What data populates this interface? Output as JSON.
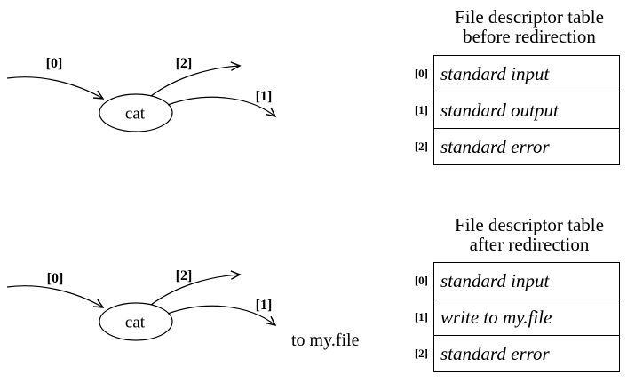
{
  "colors": {
    "ink": "#000000",
    "background": "#ffffff"
  },
  "diagrams": {
    "before": {
      "process_label": "cat",
      "fd0_label": "[0]",
      "fd1_label": "[1]",
      "fd2_label": "[2]"
    },
    "after": {
      "process_label": "cat",
      "fd0_label": "[0]",
      "fd1_label": "[1]",
      "fd2_label": "[2]",
      "redirect_target": "to my.file"
    }
  },
  "tables": {
    "before": {
      "title_line1": "File descriptor table",
      "title_line2": "before redirection",
      "rows": [
        {
          "index": "[0]",
          "value": "standard input"
        },
        {
          "index": "[1]",
          "value": "standard output"
        },
        {
          "index": "[2]",
          "value": "standard error"
        }
      ]
    },
    "after": {
      "title_line1": "File descriptor table",
      "title_line2": "after redirection",
      "rows": [
        {
          "index": "[0]",
          "value": "standard input"
        },
        {
          "index": "[1]",
          "value": "write to my.file"
        },
        {
          "index": "[2]",
          "value": "standard error"
        }
      ]
    }
  }
}
